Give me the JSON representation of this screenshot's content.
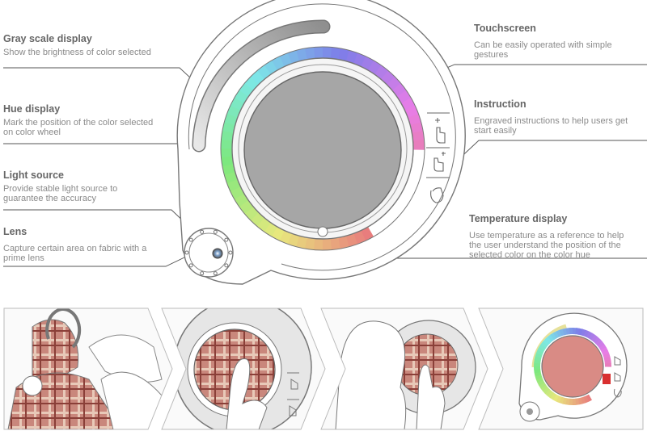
{
  "labels": {
    "gray_scale": {
      "title": "Gray scale display",
      "desc": [
        "Show the brightness of color selected"
      ]
    },
    "hue": {
      "title": "Hue display",
      "desc": [
        "Mark the position of the color selected",
        "on  color wheel"
      ]
    },
    "light_source": {
      "title": "Light source",
      "desc": [
        "Provide stable light source to",
        "guarantee the accuracy"
      ]
    },
    "lens": {
      "title": "Lens",
      "desc": [
        "Capture certain area on  fabric with a",
        "prime lens"
      ]
    },
    "touchscreen": {
      "title": "Touchscreen",
      "desc": [
        "Can be easily operated with simple",
        "gestures"
      ]
    },
    "instruction": {
      "title": "Instruction",
      "desc": [
        "Engraved instructions to help users get",
        "start easily"
      ]
    },
    "temperature": {
      "title": "Temperature display",
      "desc": [
        "Use temperature as a reference to help",
        "the user understand the position of the",
        "selected color on the color hue"
      ]
    }
  },
  "colors": {
    "screen_gray": "#a6a6a6",
    "outline": "#777777",
    "leader_line": "#555555",
    "plaid_red": "#c46a63",
    "selected_color": "#d98b85",
    "gray_bar": "#bdbdbd",
    "indicator_red": "#d93030"
  },
  "icons": [
    "tap-gesture-icon",
    "swipe-gesture-icon",
    "grab-gesture-icon",
    "lens-icon",
    "chevron-right-icon"
  ]
}
